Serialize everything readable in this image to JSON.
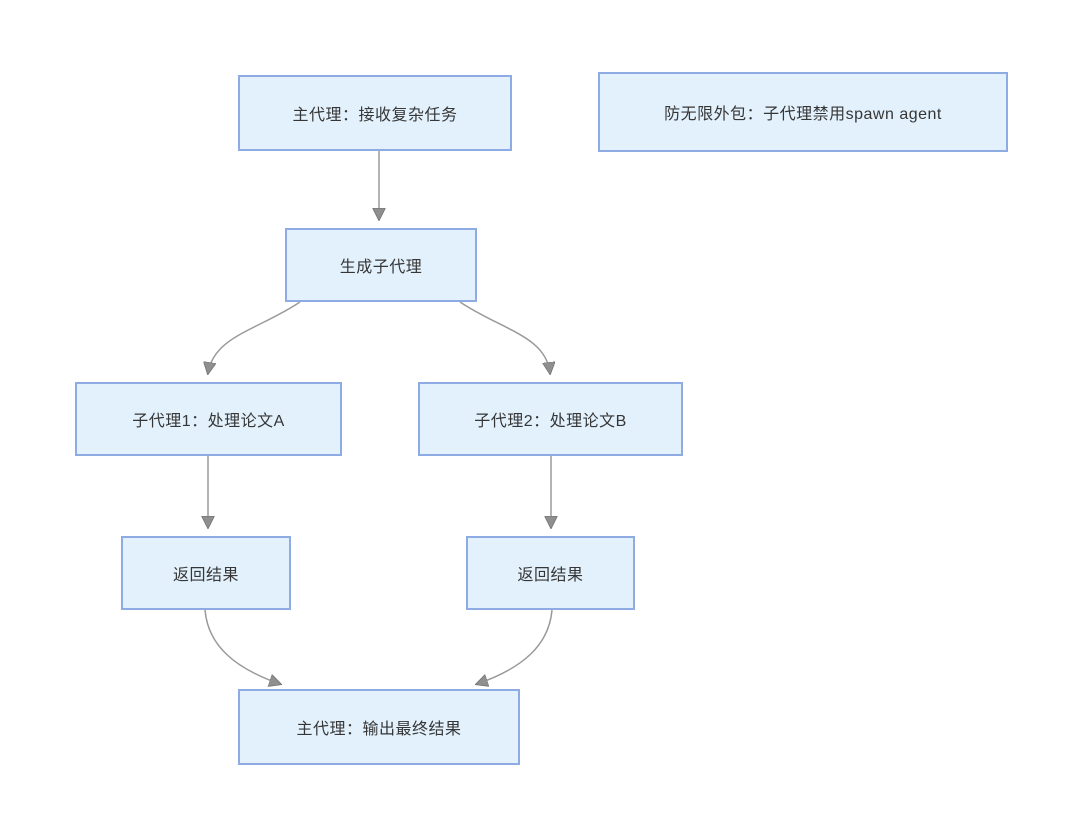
{
  "diagram": {
    "title": "agent-spawn-flowchart",
    "colors": {
      "node_fill": "#e2f1fc",
      "node_border": "#8fabe3",
      "connector": "#9a9a9a",
      "arrowhead": "#8f8f8f",
      "text": "#363636",
      "background": "#ffffff"
    },
    "nodes": [
      {
        "id": "main-task",
        "label": "主代理：接收复杂任务"
      },
      {
        "id": "anti-outsourcing-note",
        "label": "防无限外包：子代理禁用spawn agent"
      },
      {
        "id": "spawn-subagents",
        "label": "生成子代理"
      },
      {
        "id": "subagent-1",
        "label": "子代理1：处理论文A"
      },
      {
        "id": "subagent-2",
        "label": "子代理2：处理论文B"
      },
      {
        "id": "return-result-1",
        "label": "返回结果"
      },
      {
        "id": "return-result-2",
        "label": "返回结果"
      },
      {
        "id": "final-output",
        "label": "主代理：输出最终结果"
      }
    ],
    "edges": [
      {
        "from": "main-task",
        "to": "spawn-subagents"
      },
      {
        "from": "spawn-subagents",
        "to": "subagent-1"
      },
      {
        "from": "spawn-subagents",
        "to": "subagent-2"
      },
      {
        "from": "subagent-1",
        "to": "return-result-1"
      },
      {
        "from": "subagent-2",
        "to": "return-result-2"
      },
      {
        "from": "return-result-1",
        "to": "final-output"
      },
      {
        "from": "return-result-2",
        "to": "final-output"
      }
    ]
  }
}
